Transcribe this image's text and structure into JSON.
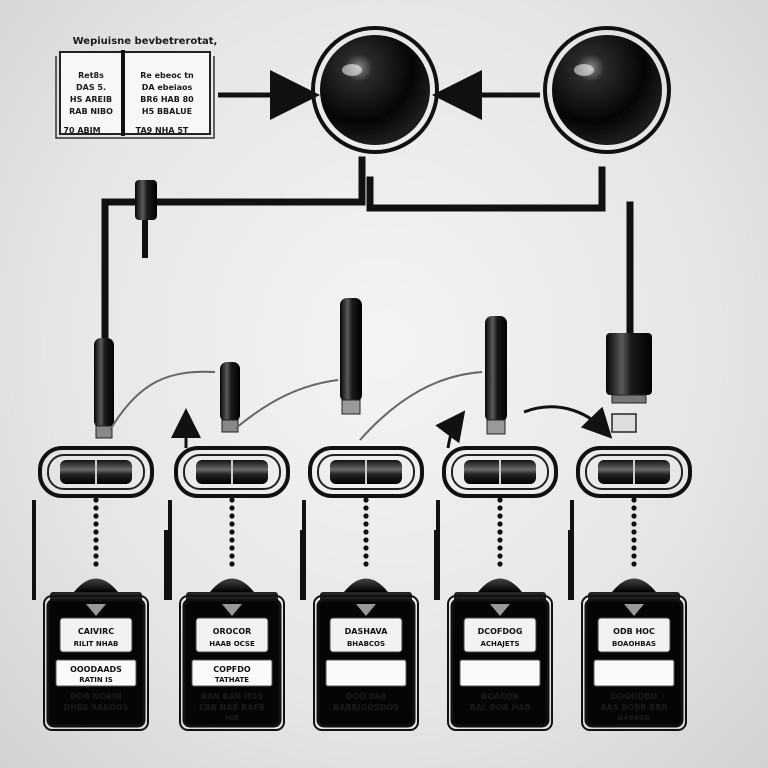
{
  "book": {
    "heading": "Wepiuisne bevbetrerotat,",
    "left_page": [
      "Ret8s",
      "DAS 5.",
      "HS AREIB",
      "RAB NIBO"
    ],
    "right_page": [
      "Re ebeoc tn",
      "DA ebeiaos",
      "BR6 HAB 80",
      "H5 BBALUE"
    ],
    "footers": [
      "70 ABIM",
      "TA9 NHA 5T"
    ]
  },
  "units": [
    {
      "top_label": "CAIVIRC",
      "top_sub": "RILIT NHAB",
      "mid": "OOODAADS",
      "mid_sub": "RATIN IS",
      "bot": "DOB NORIN",
      "bot_sub": "DHBE 9ABOOS"
    },
    {
      "top_label": "OROCOR",
      "top_sub": "HAAB OCSE",
      "mid": "COPFDO",
      "mid_sub": "TATHATE",
      "bot": "BAN BAR HOS",
      "bot_sub": "EBB NAB BAFB",
      "bot_extra": "HIB"
    },
    {
      "top_label": "DASHAVA",
      "top_sub": "BHABCOS",
      "mid": "",
      "mid_sub": "",
      "bot": "DOD 8AB",
      "bot_sub": "BABBIGOSDOS"
    },
    {
      "top_label": "DCOFDOG",
      "top_sub": "ACHAJETS",
      "mid": "",
      "mid_sub": "",
      "bot": "BOAEOB",
      "bot_sub": "BAL BOB HAB"
    },
    {
      "top_label": "ODB HOC",
      "top_sub": "BOAOHBAS",
      "mid": "",
      "mid_sub": "",
      "bot": "DOGOOBO",
      "bot_sub": "BAS BOBR BBB",
      "bot_extra": "DABBAB"
    }
  ]
}
